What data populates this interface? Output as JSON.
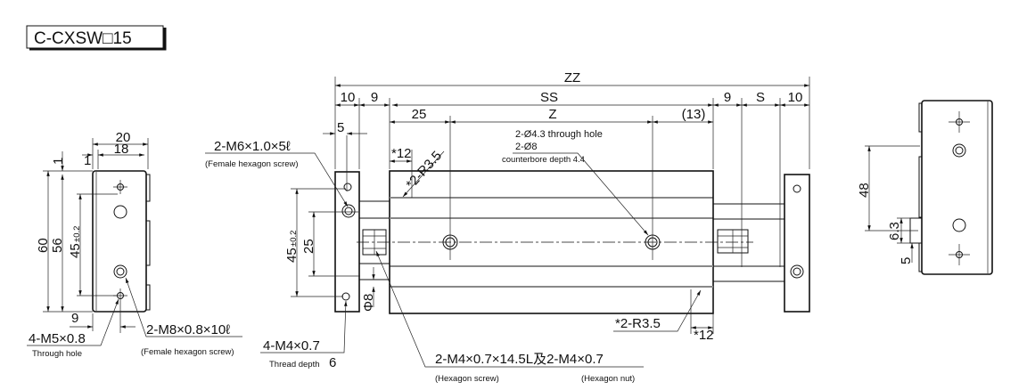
{
  "title": "C-CXSW□15",
  "left_view": {
    "dims": {
      "w20": "20",
      "w18": "18",
      "t1a": "1",
      "t1b": "1",
      "h60": "60",
      "h56": "56",
      "h45": "45",
      "tol": "±0.2",
      "d9": "9"
    },
    "callout_m5": {
      "label": "4-M5×0.8",
      "note": "Through hole"
    },
    "callout_m8": {
      "label": "2-M8×0.8×10ℓ",
      "note": "(Female hexagon screw)"
    }
  },
  "front_view": {
    "dims": {
      "zz": "ZZ",
      "d10a": "10",
      "d9a": "9",
      "ss": "SS",
      "d9b": "9",
      "s": "S",
      "d10b": "10",
      "d25": "25",
      "z": "Z",
      "d13": "(13)",
      "d5": "5",
      "d12a": "*12",
      "r35a": "*2-R3.5",
      "h45": "45",
      "tol": "±0.2",
      "h25": "25",
      "phi8": "Φ8",
      "r35b": "*2-R3.5",
      "d12b": "*12"
    },
    "callout_m6": {
      "label": "2-M6×1.0×5ℓ",
      "note": "(Female hexagon screw)"
    },
    "callout_hole": {
      "line1": "2-Ø4.3 through hole",
      "line2": "2-Ø8",
      "note": "counterbore depth 4.4"
    },
    "callout_m4": {
      "label": "4-M4×0.7",
      "note": "Thread depth",
      "depth": "6"
    },
    "callout_screw": {
      "label": "2-M4×0.7×14.5L及2-M4×0.7",
      "note1": "(Hexagon screw)",
      "note2": "(Hexagon nut)"
    }
  },
  "right_view": {
    "dims": {
      "h48": "48",
      "h63": "6.3",
      "h5": "5"
    }
  }
}
